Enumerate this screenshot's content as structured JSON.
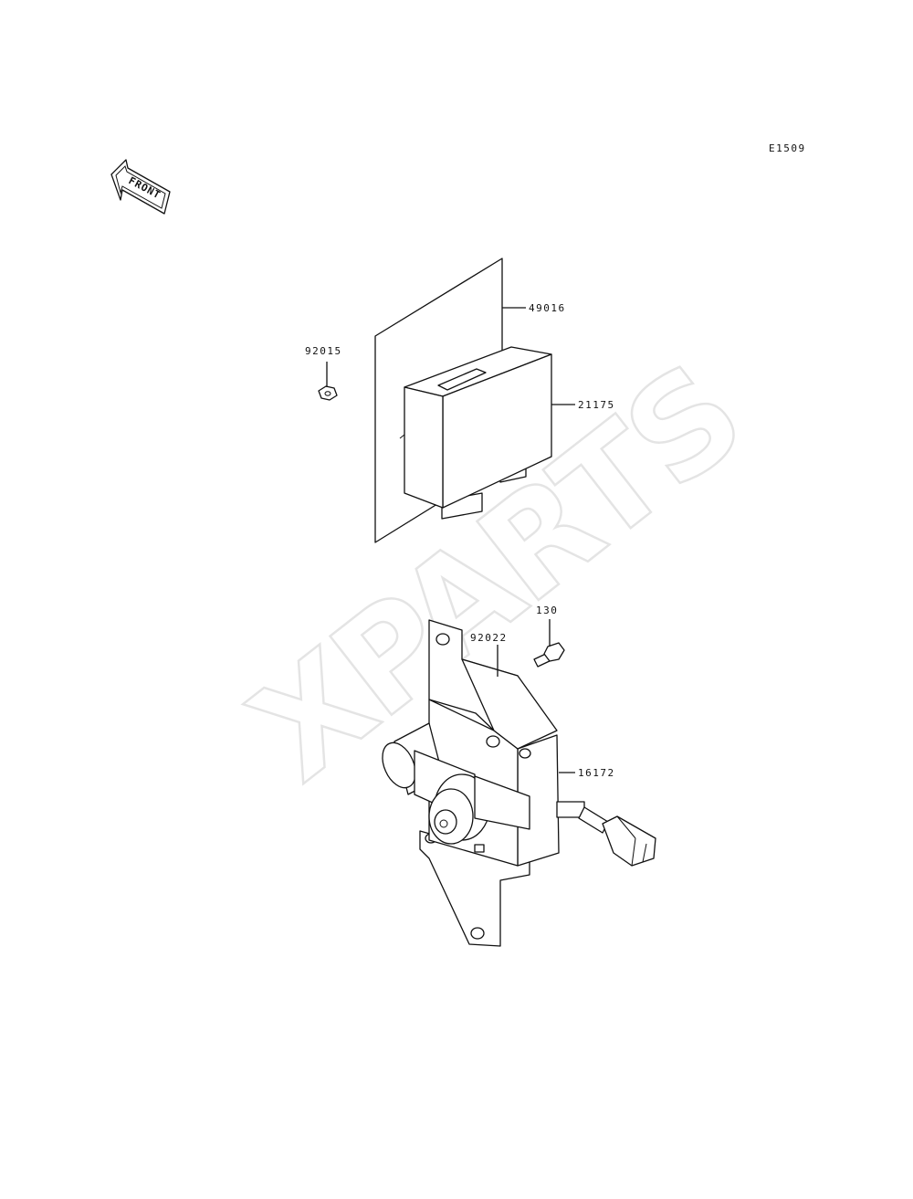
{
  "diagram_code": "E1509",
  "front_label": "FRONT",
  "watermark": "XPARTS",
  "callouts": [
    {
      "id": "49016",
      "label": "49016"
    },
    {
      "id": "21175",
      "label": "21175"
    },
    {
      "id": "92015",
      "label": "92015"
    },
    {
      "id": "130",
      "label": "130"
    },
    {
      "id": "92022",
      "label": "92022"
    },
    {
      "id": "16172",
      "label": "16172"
    }
  ]
}
